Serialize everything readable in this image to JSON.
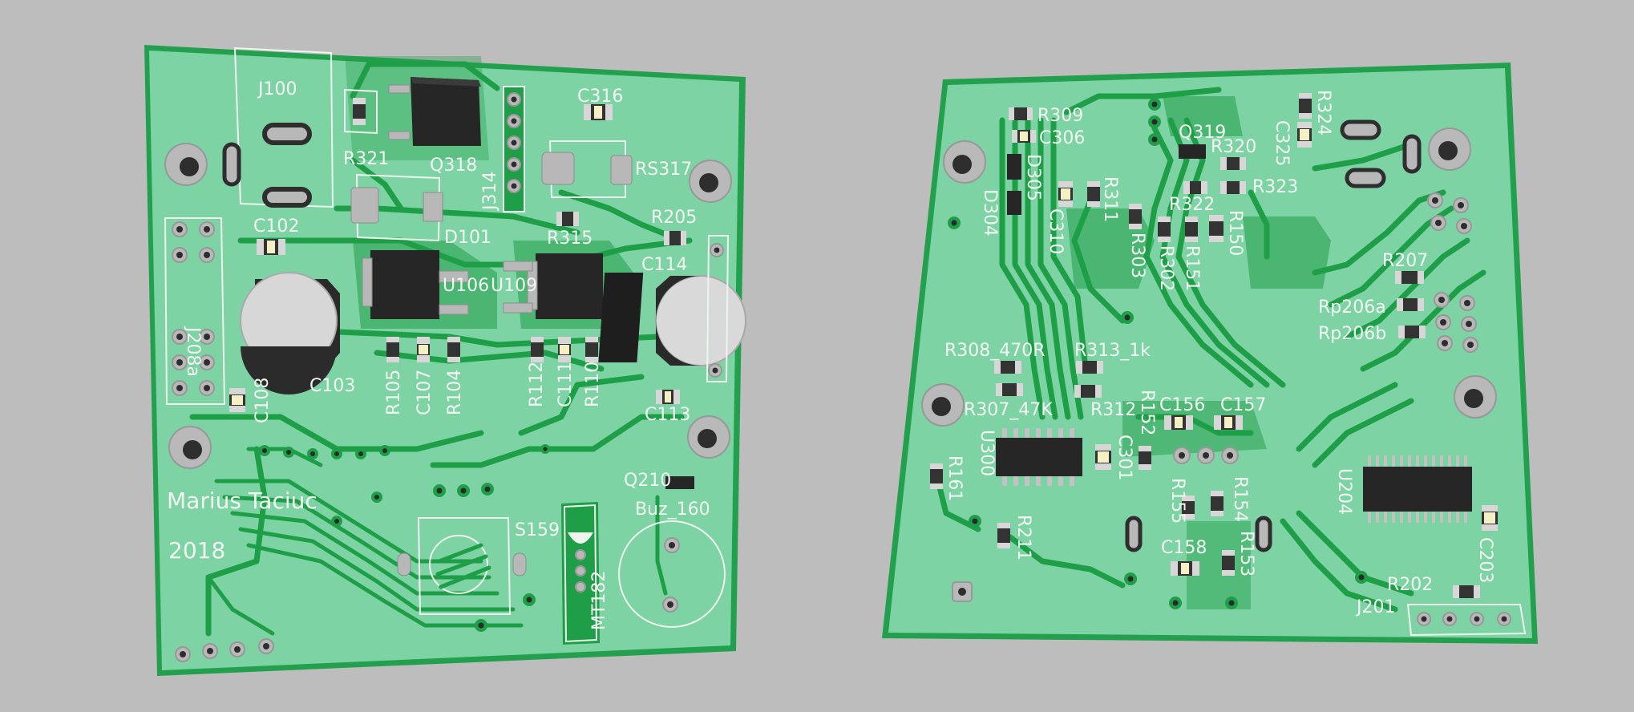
{
  "left_board": {
    "author_text": "Marius Taciuc",
    "year_text": "2018",
    "labels": {
      "j100": "J100",
      "r321": "R321",
      "q318": "Q318",
      "c316": "C316",
      "j314": "J314",
      "rs317": "RS317",
      "c102": "C102",
      "d101": "D101",
      "r315": "R315",
      "r205": "R205",
      "j208a": "J208a",
      "u106": "U106",
      "u109": "U109",
      "c114": "C114",
      "c103": "C103",
      "r105": "R105",
      "c107": "C107",
      "r104": "R104",
      "r112": "R112",
      "c111": "C111",
      "r110": "R110",
      "c108": "C108",
      "c113": "C113",
      "q210": "Q210",
      "buz160": "Buz_160",
      "s159": "S159",
      "mt182": "MT182"
    }
  },
  "right_board": {
    "labels": {
      "r309": "R309",
      "c306": "C306",
      "d305": "D305",
      "d304": "D304",
      "c310": "C310",
      "r311": "R311",
      "q319": "Q319",
      "r320": "R320",
      "c325": "C325",
      "r324": "R324",
      "r323": "R323",
      "r322": "R322",
      "r303": "R303",
      "r302": "R302",
      "r151": "R151",
      "r150": "R150",
      "r207": "R207",
      "rp206a": "Rp206a",
      "rp206b": "Rp206b",
      "r308": "R308_470R",
      "r313": "R313_1k",
      "r307": "R307_47K",
      "r312": "R312",
      "r152": "R152",
      "c156": "C156",
      "c157": "C157",
      "u300": "U300",
      "c301": "C301",
      "r161": "R161",
      "r155": "R155",
      "r154": "R154",
      "u204": "U204",
      "r211": "R211",
      "c158": "C158",
      "r153": "R153",
      "r202": "R202",
      "c203": "C203",
      "j201": "J201"
    }
  },
  "colors": {
    "background": "#bdbdbd",
    "board_fill": "#7ed3a4",
    "board_edge": "#23a04d",
    "copper_trace": "#1f9e48",
    "silkscreen": "#f2f6f2",
    "component_body": "#262626",
    "pad_metal": "#b8b8b8"
  }
}
